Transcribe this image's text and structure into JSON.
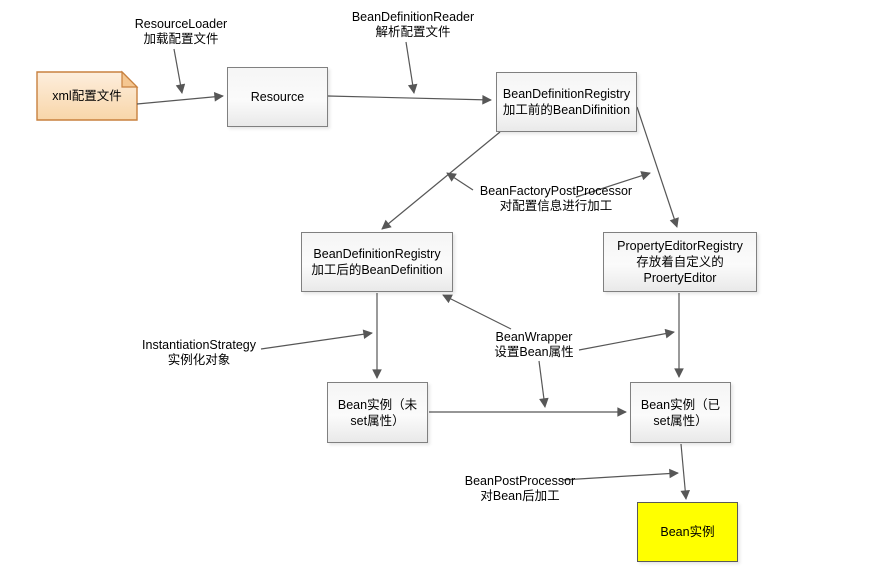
{
  "diagram": {
    "nodes": {
      "xml_config": {
        "label": "xml配置文件"
      },
      "resource": {
        "label": "Resource"
      },
      "registry_before": {
        "lines": [
          "BeanDefinitionRegistry",
          "加工前的BeanDifinition"
        ]
      },
      "registry_after": {
        "lines": [
          "BeanDefinitionRegistry",
          "加工后的BeanDefinition"
        ]
      },
      "property_editor_registry": {
        "lines": [
          "PropertyEditorRegistry",
          "存放着自定义的",
          "ProertyEditor"
        ]
      },
      "bean_instance_unset": {
        "lines": [
          "Bean实例（未",
          "set属性）"
        ]
      },
      "bean_instance_set": {
        "lines": [
          "Bean实例（已",
          "set属性）"
        ]
      },
      "bean_instance_final": {
        "label": "Bean实例"
      }
    },
    "annotations": {
      "resource_loader": {
        "lines": [
          "ResourceLoader",
          "加载配置文件"
        ]
      },
      "bean_definition_reader": {
        "lines": [
          "BeanDefinitionReader",
          "解析配置文件"
        ]
      },
      "bean_factory_post_processor": {
        "lines": [
          "BeanFactoryPostProcessor",
          "对配置信息进行加工"
        ]
      },
      "instantiation_strategy": {
        "lines": [
          "InstantiationStrategy",
          "实例化对象"
        ]
      },
      "bean_wrapper": {
        "lines": [
          "BeanWrapper",
          "设置Bean属性"
        ]
      },
      "bean_post_processor": {
        "lines": [
          "BeanPostProcessor",
          "对Bean后加工"
        ]
      }
    },
    "colors": {
      "background": "#ffffff",
      "connector": "#575757",
      "node_border": "#808080",
      "node_fill": "#f2f2f2",
      "xml_doc_border": "#c8813f",
      "xml_doc_fill": "#fbe2bf",
      "xml_doc_fold": "#f5c791",
      "final_node_fill": "#ffff00"
    }
  }
}
